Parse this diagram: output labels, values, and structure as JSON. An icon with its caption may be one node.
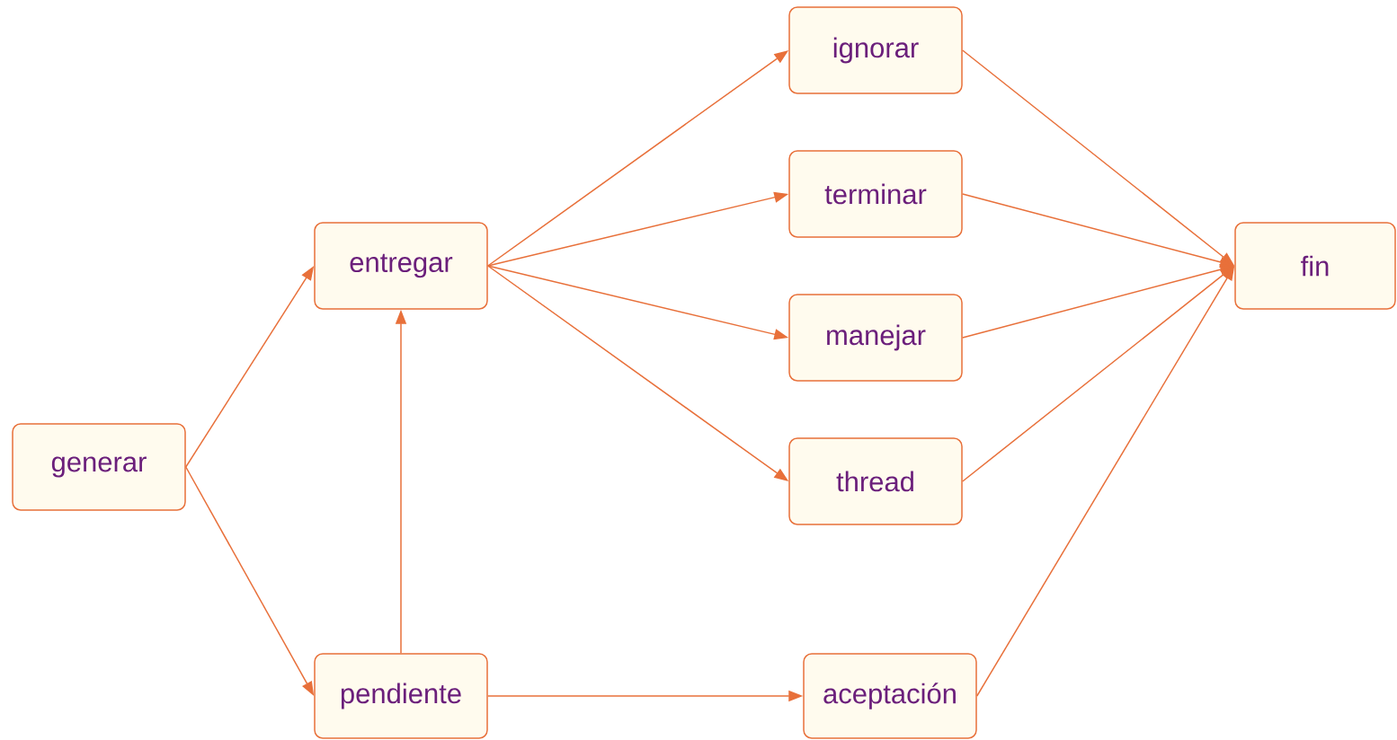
{
  "diagram": {
    "nodes": [
      {
        "text": [
          "generar"
        ]
      },
      {
        "text": [
          "entregar"
        ]
      },
      {
        "text": [
          "pendiente"
        ]
      },
      {
        "text": [
          "ignorar"
        ]
      },
      {
        "text": [
          "terminar"
        ]
      },
      {
        "text": [
          "manejar"
        ]
      },
      {
        "text": [
          "thread"
        ]
      },
      {
        "text": [
          "aceptación"
        ]
      },
      {
        "text": [
          "fin"
        ]
      }
    ],
    "edges": [
      {
        "from": 0,
        "to": 1,
        "arrow": "to"
      },
      {
        "from": 0,
        "to": 2,
        "arrow": "to"
      },
      {
        "from": 2,
        "to": 1,
        "arrow": "to"
      },
      {
        "from": 1,
        "to": 3,
        "arrow": "to"
      },
      {
        "from": 1,
        "to": 4,
        "arrow": "to"
      },
      {
        "from": 1,
        "to": 5,
        "arrow": "to"
      },
      {
        "from": 1,
        "to": 6,
        "arrow": "to"
      },
      {
        "from": 2,
        "to": 7,
        "arrow": "to"
      },
      {
        "from": 3,
        "to": 8,
        "arrow": "to"
      },
      {
        "from": 4,
        "to": 8,
        "arrow": "to"
      },
      {
        "from": 5,
        "to": 8,
        "arrow": "to"
      },
      {
        "from": 6,
        "to": 8,
        "arrow": "to"
      },
      {
        "from": 7,
        "to": 8,
        "arrow": "to"
      }
    ]
  }
}
